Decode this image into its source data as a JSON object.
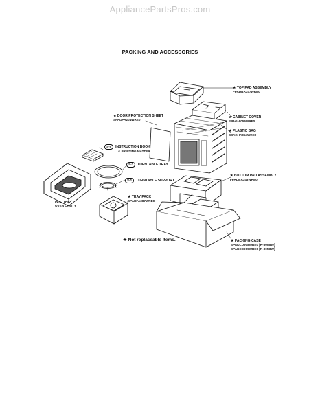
{
  "watermark": "AppliancePartsPros.com",
  "title": "PACKING AND ACCESSORIES",
  "note": "★ Not replaceable Items.",
  "labels": {
    "top_pad": {
      "name": "★ TOP PAD ASSEMBLY",
      "code": "FPADBA347WRE0"
    },
    "door_sheet": {
      "name": "★ DOOR PROTECTION SHEET",
      "code": "SPADPA204WRE0"
    },
    "cabinet_cover": {
      "name": "★ CABINET COVER",
      "code": "SPAGIA056WRE0"
    },
    "plastic_bag": {
      "name": "★ PLASTIC BAG",
      "code": "SSAKHA054WRE0"
    },
    "instruction_book": {
      "badge": "S-5",
      "name": "INSTRUCTION BOOK",
      "name2": "& PRINTING MATTER"
    },
    "turntable_tray": {
      "badge": "S-2",
      "name": "TURNTABLE TRAY"
    },
    "turntable_support": {
      "badge": "S-1",
      "name": "TURNTABLE SUPPORT"
    },
    "bottom_pad": {
      "name": "★ BOTTOM PAD ASSEMBLY",
      "code": "FPADBA348WRE0"
    },
    "tray_pack": {
      "name": "★ TRAY PACK",
      "code": "SPADFA387WRE0"
    },
    "packing_case": {
      "name": "★ PACKING CASE",
      "code1": "SPAKCD908WRE0 [R-305BW]",
      "code2": "SPAKCD909WRE0 [R-305BW]"
    },
    "into_oven": {
      "line1": "INTO THE",
      "line2": "OVEN CAVITY"
    }
  }
}
